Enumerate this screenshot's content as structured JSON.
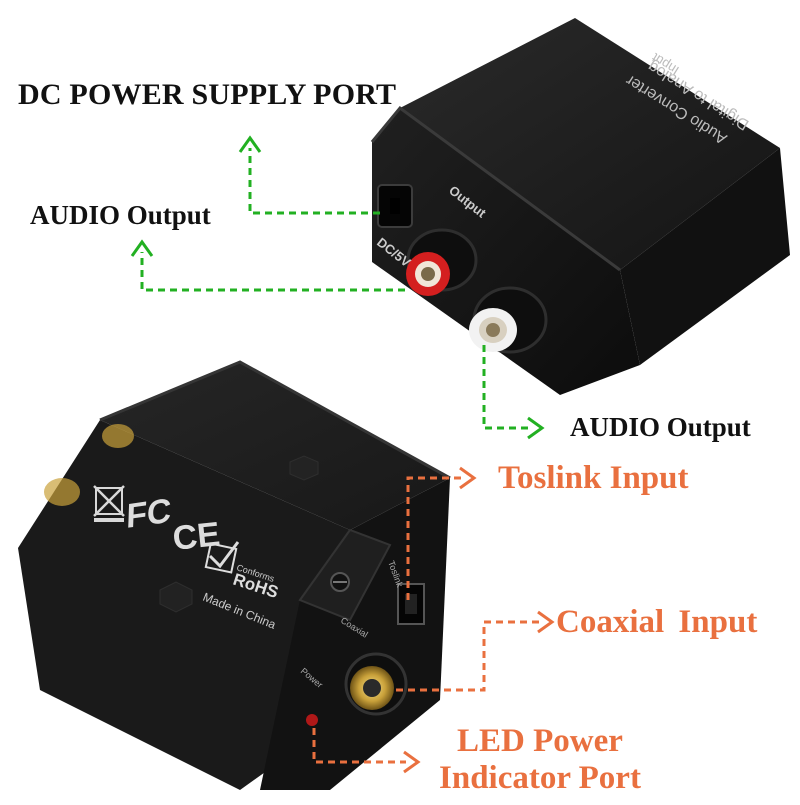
{
  "callouts": {
    "dc_power": "DC POWER SUPPLY PORT",
    "audio_output_left": "AUDIO Output",
    "audio_output_right": "AUDIO Output",
    "toslink": "Toslink Input",
    "coaxial": "Coaxial  Input",
    "led_line1": "LED Power",
    "led_line2": "Indicator Port"
  },
  "device_top": {
    "product_line1": "Digital to Analog",
    "product_line2": "Audio Converter",
    "input_label": "Input",
    "output_label": "Output",
    "dc_label": "DC/5V"
  },
  "device_bottom": {
    "toslink_label": "Toslink",
    "coaxial_label": "Coaxial",
    "power_label": "Power",
    "fcc_mark": "FC",
    "ce_mark": "CE",
    "rohs_conforms": "Conforms",
    "rohs": "RoHS",
    "made_in": "Made in China"
  },
  "colors": {
    "green_arrow": "#22b022",
    "orange_arrow": "#e9703f",
    "device_body": "#1c1c1c",
    "rca_red": "#d41f1f"
  }
}
